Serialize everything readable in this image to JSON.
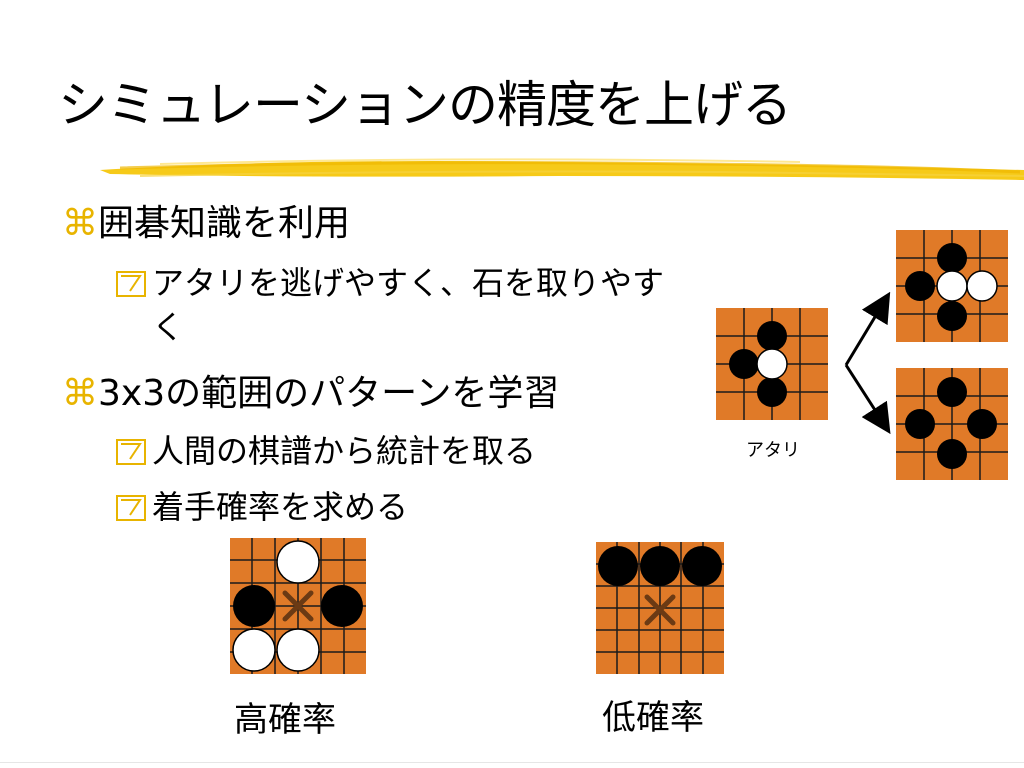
{
  "slide": {
    "title": "シミュレーションの精度を上げる",
    "bullets": [
      {
        "text": "囲碁知識を利用",
        "sub": [
          "アタリを逃げやすく、石を取りやす",
          "く"
        ]
      },
      {
        "text": "3x3の範囲のパターンを学習",
        "sub": [
          "人間の棋譜から統計を取る",
          "着手確率を求める"
        ]
      }
    ],
    "captions": {
      "atari": "アタリ",
      "high": "高確率",
      "low": "低確率"
    }
  },
  "colors": {
    "board": "#e07a28",
    "grid": "#1a1a1a",
    "accent": "#e8b400",
    "mark": "#6b3a14",
    "brush": "#f5c400"
  },
  "icons": {
    "level1_bullet": "command-key-icon",
    "level2_bullet": "checkbox-z-icon",
    "candidate_mark": "x-mark-icon",
    "arrow": "branch-arrow-icon"
  }
}
